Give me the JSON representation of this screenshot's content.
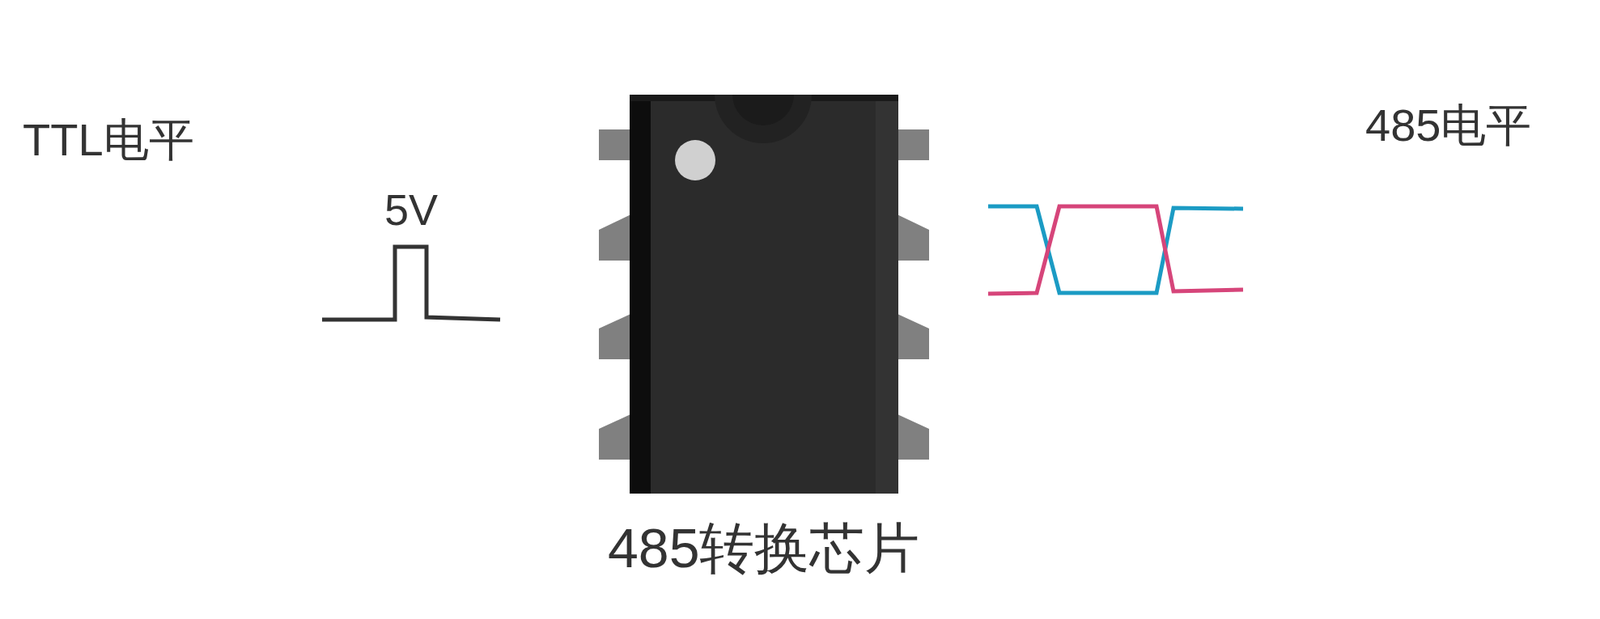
{
  "diagram": {
    "nodes": [
      {
        "text": [
          "485转换芯片"
        ]
      }
    ],
    "labels": [
      "TTL电平",
      "5V",
      "485电平"
    ]
  }
}
